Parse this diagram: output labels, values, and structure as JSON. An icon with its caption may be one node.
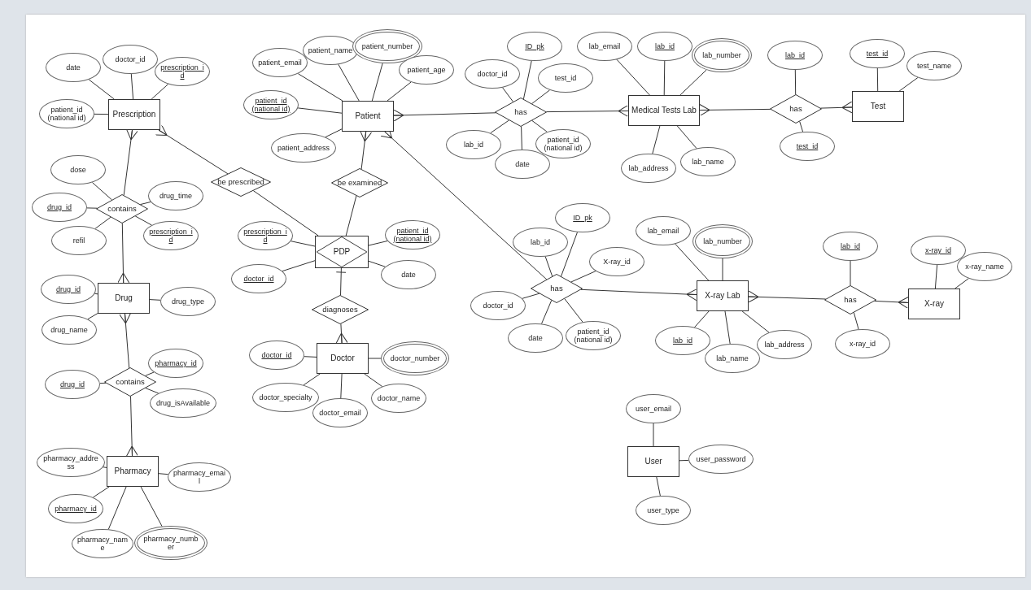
{
  "diagram": {
    "nodes": [
      {
        "text": [
          "Prescription"
        ]
      },
      {
        "text": [
          "date"
        ]
      },
      {
        "text": [
          "doctor_id"
        ]
      },
      {
        "text": [
          "prescription_id"
        ]
      },
      {
        "text": [
          "patient_id (national id)"
        ]
      },
      {
        "text": [
          "contains"
        ]
      },
      {
        "text": [
          "dose"
        ]
      },
      {
        "text": [
          "drug_id"
        ]
      },
      {
        "text": [
          "drug_time"
        ]
      },
      {
        "text": [
          "refil"
        ]
      },
      {
        "text": [
          "prescription_id"
        ]
      },
      {
        "text": [
          "Drug"
        ]
      },
      {
        "text": [
          "drug_id"
        ]
      },
      {
        "text": [
          "drug_type"
        ]
      },
      {
        "text": [
          "drug_name"
        ]
      },
      {
        "text": [
          "contains"
        ]
      },
      {
        "text": [
          "drug_id"
        ]
      },
      {
        "text": [
          "pharmacy_id"
        ]
      },
      {
        "text": [
          "drug_isAvailable"
        ]
      },
      {
        "text": [
          "Pharmacy"
        ]
      },
      {
        "text": [
          "pharmacy_address"
        ]
      },
      {
        "text": [
          "pharmacy_email"
        ]
      },
      {
        "text": [
          "pharmacy_id"
        ]
      },
      {
        "text": [
          "pharmacy_name"
        ]
      },
      {
        "text": [
          "pharmacy_number"
        ]
      },
      {
        "text": [
          "Patient"
        ]
      },
      {
        "text": [
          "patient_email"
        ]
      },
      {
        "text": [
          "patient_name"
        ]
      },
      {
        "text": [
          "patient_number"
        ]
      },
      {
        "text": [
          "patient_age"
        ]
      },
      {
        "text": [
          "patient_id (national id)"
        ]
      },
      {
        "text": [
          "patient_address"
        ]
      },
      {
        "text": [
          "be prescribed"
        ]
      },
      {
        "text": [
          "be examined"
        ]
      },
      {
        "text": [
          "PDP"
        ]
      },
      {
        "text": [
          "prescription_id"
        ]
      },
      {
        "text": [
          "doctor_id"
        ]
      },
      {
        "text": [
          "patient_id (national id)"
        ]
      },
      {
        "text": [
          "date"
        ]
      },
      {
        "text": [
          "diagnoses"
        ]
      },
      {
        "text": [
          "Doctor"
        ]
      },
      {
        "text": [
          "doctor_id"
        ]
      },
      {
        "text": [
          "doctor_number"
        ]
      },
      {
        "text": [
          "doctor_specialty"
        ]
      },
      {
        "text": [
          "doctor_email"
        ]
      },
      {
        "text": [
          "doctor_name"
        ]
      },
      {
        "text": [
          "has"
        ]
      },
      {
        "text": [
          "ID_pk"
        ]
      },
      {
        "text": [
          "doctor_id"
        ]
      },
      {
        "text": [
          "test_id"
        ]
      },
      {
        "text": [
          "lab_id"
        ]
      },
      {
        "text": [
          "date"
        ]
      },
      {
        "text": [
          "patient_id (national id)"
        ]
      },
      {
        "text": [
          "Medical Tests Lab"
        ]
      },
      {
        "text": [
          "lab_email"
        ]
      },
      {
        "text": [
          "lab_id"
        ]
      },
      {
        "text": [
          "lab_number"
        ]
      },
      {
        "text": [
          "lab_address"
        ]
      },
      {
        "text": [
          "lab_name"
        ]
      },
      {
        "text": [
          "has"
        ]
      },
      {
        "text": [
          "lab_id"
        ]
      },
      {
        "text": [
          "test_id"
        ]
      },
      {
        "text": [
          "Test"
        ]
      },
      {
        "text": [
          "test_id"
        ]
      },
      {
        "text": [
          "test_name"
        ]
      },
      {
        "text": [
          "has"
        ]
      },
      {
        "text": [
          "ID_pk"
        ]
      },
      {
        "text": [
          "lab_id"
        ]
      },
      {
        "text": [
          "X-ray_id"
        ]
      },
      {
        "text": [
          "doctor_id"
        ]
      },
      {
        "text": [
          "date"
        ]
      },
      {
        "text": [
          "patient_id (national id)"
        ]
      },
      {
        "text": [
          "X-ray Lab"
        ]
      },
      {
        "text": [
          "lab_email"
        ]
      },
      {
        "text": [
          "lab_number"
        ]
      },
      {
        "text": [
          "lab_id"
        ]
      },
      {
        "text": [
          "lab_name"
        ]
      },
      {
        "text": [
          "lab_address"
        ]
      },
      {
        "text": [
          "has"
        ]
      },
      {
        "text": [
          "lab_id"
        ]
      },
      {
        "text": [
          "x-ray_id"
        ]
      },
      {
        "text": [
          "X-ray"
        ]
      },
      {
        "text": [
          "x-ray_id"
        ]
      },
      {
        "text": [
          "x-ray_name"
        ]
      },
      {
        "text": [
          "User"
        ]
      },
      {
        "text": [
          "user_email"
        ]
      },
      {
        "text": [
          "user_password"
        ]
      },
      {
        "text": [
          "user_type"
        ]
      }
    ],
    "edges": [
      {
        "from": 0,
        "to": 1,
        "arrow": "none"
      },
      {
        "from": 0,
        "to": 2,
        "arrow": "none"
      },
      {
        "from": 0,
        "to": 3,
        "arrow": "none"
      },
      {
        "from": 0,
        "to": 4,
        "arrow": "none"
      },
      {
        "from": 5,
        "to": 0,
        "arrow": "other"
      },
      {
        "from": 5,
        "to": 11,
        "arrow": "other"
      },
      {
        "from": 5,
        "to": 6,
        "arrow": "none"
      },
      {
        "from": 5,
        "to": 7,
        "arrow": "none"
      },
      {
        "from": 5,
        "to": 8,
        "arrow": "none"
      },
      {
        "from": 5,
        "to": 9,
        "arrow": "none"
      },
      {
        "from": 5,
        "to": 10,
        "arrow": "none"
      },
      {
        "from": 11,
        "to": 12,
        "arrow": "none"
      },
      {
        "from": 11,
        "to": 13,
        "arrow": "none"
      },
      {
        "from": 11,
        "to": 14,
        "arrow": "none"
      },
      {
        "from": 15,
        "to": 11,
        "arrow": "other"
      },
      {
        "from": 15,
        "to": 19,
        "arrow": "other"
      },
      {
        "from": 15,
        "to": 16,
        "arrow": "none"
      },
      {
        "from": 15,
        "to": 17,
        "arrow": "none"
      },
      {
        "from": 15,
        "to": 18,
        "arrow": "none"
      },
      {
        "from": 19,
        "to": 20,
        "arrow": "none"
      },
      {
        "from": 19,
        "to": 21,
        "arrow": "none"
      },
      {
        "from": 19,
        "to": 22,
        "arrow": "none"
      },
      {
        "from": 19,
        "to": 23,
        "arrow": "none"
      },
      {
        "from": 19,
        "to": 24,
        "arrow": "none"
      },
      {
        "from": 25,
        "to": 26,
        "arrow": "none"
      },
      {
        "from": 25,
        "to": 27,
        "arrow": "none"
      },
      {
        "from": 25,
        "to": 28,
        "arrow": "none"
      },
      {
        "from": 25,
        "to": 29,
        "arrow": "none"
      },
      {
        "from": 25,
        "to": 30,
        "arrow": "none"
      },
      {
        "from": 25,
        "to": 31,
        "arrow": "none"
      },
      {
        "from": 32,
        "to": 0,
        "arrow": "other"
      },
      {
        "from": 32,
        "to": 34,
        "arrow": "none"
      },
      {
        "from": 33,
        "to": 25,
        "arrow": "other"
      },
      {
        "from": 33,
        "to": 34,
        "arrow": "none"
      },
      {
        "from": 34,
        "to": 35,
        "arrow": "none"
      },
      {
        "from": 34,
        "to": 36,
        "arrow": "none"
      },
      {
        "from": 34,
        "to": 37,
        "arrow": "none"
      },
      {
        "from": 34,
        "to": 38,
        "arrow": "none"
      },
      {
        "from": 39,
        "to": 34,
        "arrow": "other"
      },
      {
        "from": 39,
        "to": 40,
        "arrow": "other"
      },
      {
        "from": 40,
        "to": 41,
        "arrow": "none"
      },
      {
        "from": 40,
        "to": 42,
        "arrow": "none"
      },
      {
        "from": 40,
        "to": 43,
        "arrow": "none"
      },
      {
        "from": 40,
        "to": 44,
        "arrow": "none"
      },
      {
        "from": 40,
        "to": 45,
        "arrow": "none"
      },
      {
        "from": 46,
        "to": 25,
        "arrow": "other"
      },
      {
        "from": 46,
        "to": 53,
        "arrow": "other"
      },
      {
        "from": 46,
        "to": 47,
        "arrow": "none"
      },
      {
        "from": 46,
        "to": 48,
        "arrow": "none"
      },
      {
        "from": 46,
        "to": 49,
        "arrow": "none"
      },
      {
        "from": 46,
        "to": 50,
        "arrow": "none"
      },
      {
        "from": 46,
        "to": 51,
        "arrow": "none"
      },
      {
        "from": 46,
        "to": 52,
        "arrow": "none"
      },
      {
        "from": 53,
        "to": 54,
        "arrow": "none"
      },
      {
        "from": 53,
        "to": 55,
        "arrow": "none"
      },
      {
        "from": 53,
        "to": 56,
        "arrow": "none"
      },
      {
        "from": 53,
        "to": 57,
        "arrow": "none"
      },
      {
        "from": 53,
        "to": 58,
        "arrow": "none"
      },
      {
        "from": 59,
        "to": 53,
        "arrow": "other"
      },
      {
        "from": 59,
        "to": 62,
        "arrow": "other"
      },
      {
        "from": 59,
        "to": 60,
        "arrow": "none"
      },
      {
        "from": 59,
        "to": 61,
        "arrow": "none"
      },
      {
        "from": 62,
        "to": 63,
        "arrow": "none"
      },
      {
        "from": 62,
        "to": 64,
        "arrow": "none"
      },
      {
        "from": 65,
        "to": 25,
        "arrow": "other"
      },
      {
        "from": 65,
        "to": 72,
        "arrow": "other"
      },
      {
        "from": 65,
        "to": 66,
        "arrow": "none"
      },
      {
        "from": 65,
        "to": 67,
        "arrow": "none"
      },
      {
        "from": 65,
        "to": 68,
        "arrow": "none"
      },
      {
        "from": 65,
        "to": 69,
        "arrow": "none"
      },
      {
        "from": 65,
        "to": 70,
        "arrow": "none"
      },
      {
        "from": 65,
        "to": 71,
        "arrow": "none"
      },
      {
        "from": 72,
        "to": 73,
        "arrow": "none"
      },
      {
        "from": 72,
        "to": 74,
        "arrow": "none"
      },
      {
        "from": 72,
        "to": 75,
        "arrow": "none"
      },
      {
        "from": 72,
        "to": 76,
        "arrow": "none"
      },
      {
        "from": 72,
        "to": 77,
        "arrow": "none"
      },
      {
        "from": 78,
        "to": 72,
        "arrow": "other"
      },
      {
        "from": 78,
        "to": 81,
        "arrow": "other"
      },
      {
        "from": 78,
        "to": 79,
        "arrow": "none"
      },
      {
        "from": 78,
        "to": 80,
        "arrow": "none"
      },
      {
        "from": 81,
        "to": 82,
        "arrow": "none"
      },
      {
        "from": 81,
        "to": 83,
        "arrow": "none"
      },
      {
        "from": 84,
        "to": 85,
        "arrow": "none"
      },
      {
        "from": 84,
        "to": 86,
        "arrow": "none"
      },
      {
        "from": 84,
        "to": 87,
        "arrow": "none"
      }
    ]
  }
}
